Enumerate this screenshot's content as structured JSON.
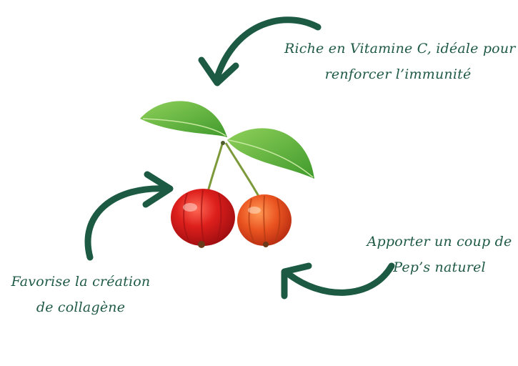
{
  "captions": {
    "top": {
      "line1": "Riche en Vitamine C, idéale pour",
      "line2": "renforcer l’immunité"
    },
    "right": {
      "line1": "Apporter un coup de",
      "line2": "Pep’s naturel"
    },
    "left": {
      "line1": "Favorise la création",
      "line2": "de collagène"
    }
  },
  "colors": {
    "text": "#1f5a45",
    "arrow": "#1d5a43",
    "leaf": "#5fae3c",
    "fruit_left": "#d81e1e",
    "fruit_right": "#e8501c"
  },
  "icons": [
    "curved-arrow-icon",
    "acerola-cherry-illustration"
  ]
}
